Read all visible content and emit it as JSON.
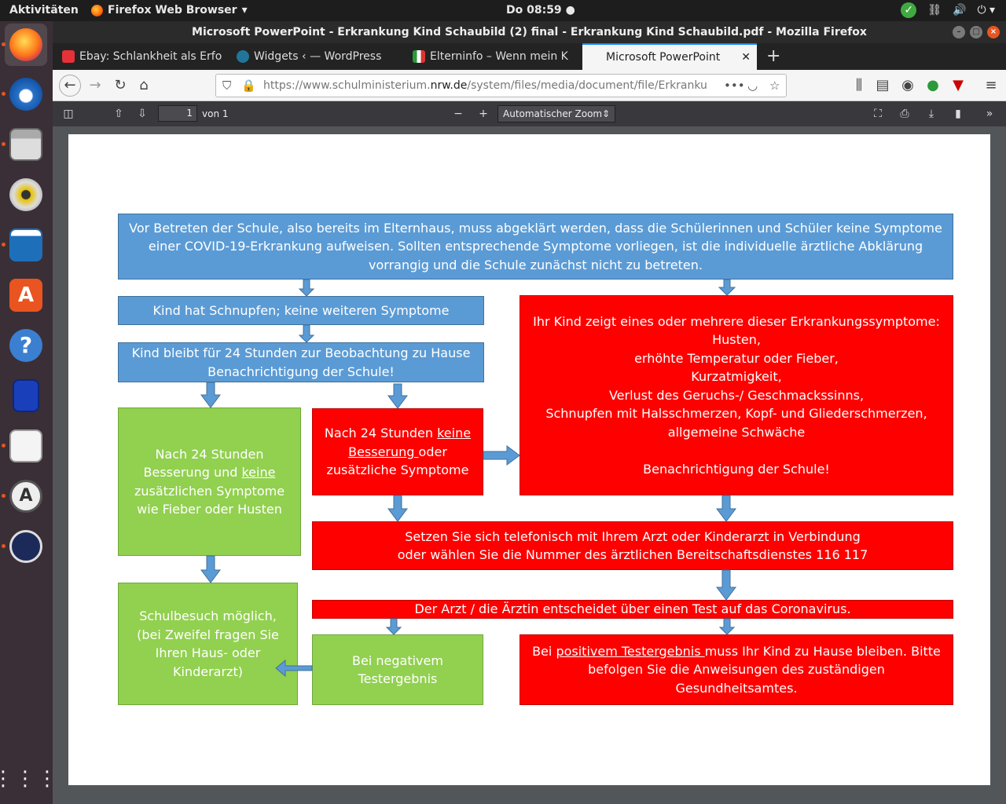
{
  "topbar": {
    "activities": "Aktivitäten",
    "app_name": "Firefox Web Browser",
    "clock": "Do 08:59"
  },
  "window": {
    "title": "Microsoft PowerPoint - Erkrankung Kind Schaubild (2) final - Erkrankung Kind Schaubild.pdf - Mozilla Firefox"
  },
  "tabs": [
    {
      "label": "Ebay: Schlankheit als Erfo",
      "favicon_color": "#e53238"
    },
    {
      "label": "Widgets ‹ — WordPress",
      "favicon_color": "#21759b"
    },
    {
      "label": "Elterninfo – Wenn mein K",
      "favicon_color": "#d33"
    },
    {
      "label": "Microsoft PowerPoint - E",
      "favicon_color": "#ffffff"
    }
  ],
  "urlbar": {
    "url_prefix": "https://www.schulministerium.",
    "url_domain": "nrw.de",
    "url_suffix": "/system/files/media/document/file/Erkranku"
  },
  "pdf_toolbar": {
    "page_number": "1",
    "page_of": "von 1",
    "zoom": "Automatischer Zoom"
  },
  "colors": {
    "blue": "#5b9bd5",
    "red": "#ff0000",
    "green": "#92d050",
    "arrow": "#5b9bd5"
  },
  "flowchart": {
    "intro": "Vor Betreten der Schule, also bereits im Elternhaus, muss abgeklärt werden, dass die Schülerinnen und Schüler keine Symptome\neiner COVID-19-Erkrankung aufweisen. Sollten entsprechende Symptome vorliegen, ist die individuelle ärztliche Abklärung\nvorrangig und die Schule zunächst nicht zu betreten.",
    "schnupfen": "Kind hat Schnupfen; keine weiteren Symptome",
    "beobachtung": "Kind bleibt für 24 Stunden zur Beobachtung zu Hause\nBenachrichtigung der Schule!",
    "symptome": "Ihr Kind zeigt eines oder mehrere dieser  Erkrankungssymptome:\nHusten,\nerhöhte Temperatur oder Fieber,\nKurzatmigkeit,\nVerlust des Geruchs-/ Geschmackssinns,\nSchnupfen mit Halsschmerzen, Kopf- und Gliederschmerzen,\nallgemeine Schwäche\n\nBenachrichtigung der Schule!",
    "besserung_a": "Nach 24 Stunden",
    "besserung_b": "Besserung und ",
    "besserung_c": "keine",
    "besserung_d": "zusätzlichen Symptome\nwie Fieber oder Husten",
    "keine_a": "Nach 24 Stunden ",
    "keine_b": "keine",
    "keine_c": "Besserung ",
    "keine_d": "oder",
    "keine_e": "zusätzliche Symptome",
    "arzt": "Setzen Sie sich telefonisch mit Ihrem Arzt oder Kinderarzt in Verbindung\noder wählen Sie die Nummer des ärztlichen Bereitschaftsdienstes 116 117",
    "test": "Der Arzt / die Ärztin entscheidet über einen Test auf das Coronavirus.",
    "schulbesuch": "Schulbesuch möglich,\n(bei Zweifel fragen Sie\nIhren Haus- oder\nKinderarzt)",
    "negativ": "Bei negativem\nTestergebnis",
    "positiv_a": "Bei ",
    "positiv_b": "positivem Testergebnis ",
    "positiv_c": "muss Ihr Kind zu Hause bleiben. Bitte",
    "positiv_d": "befolgen Sie die Anweisungen des zuständigen Gesundheitsamtes."
  }
}
